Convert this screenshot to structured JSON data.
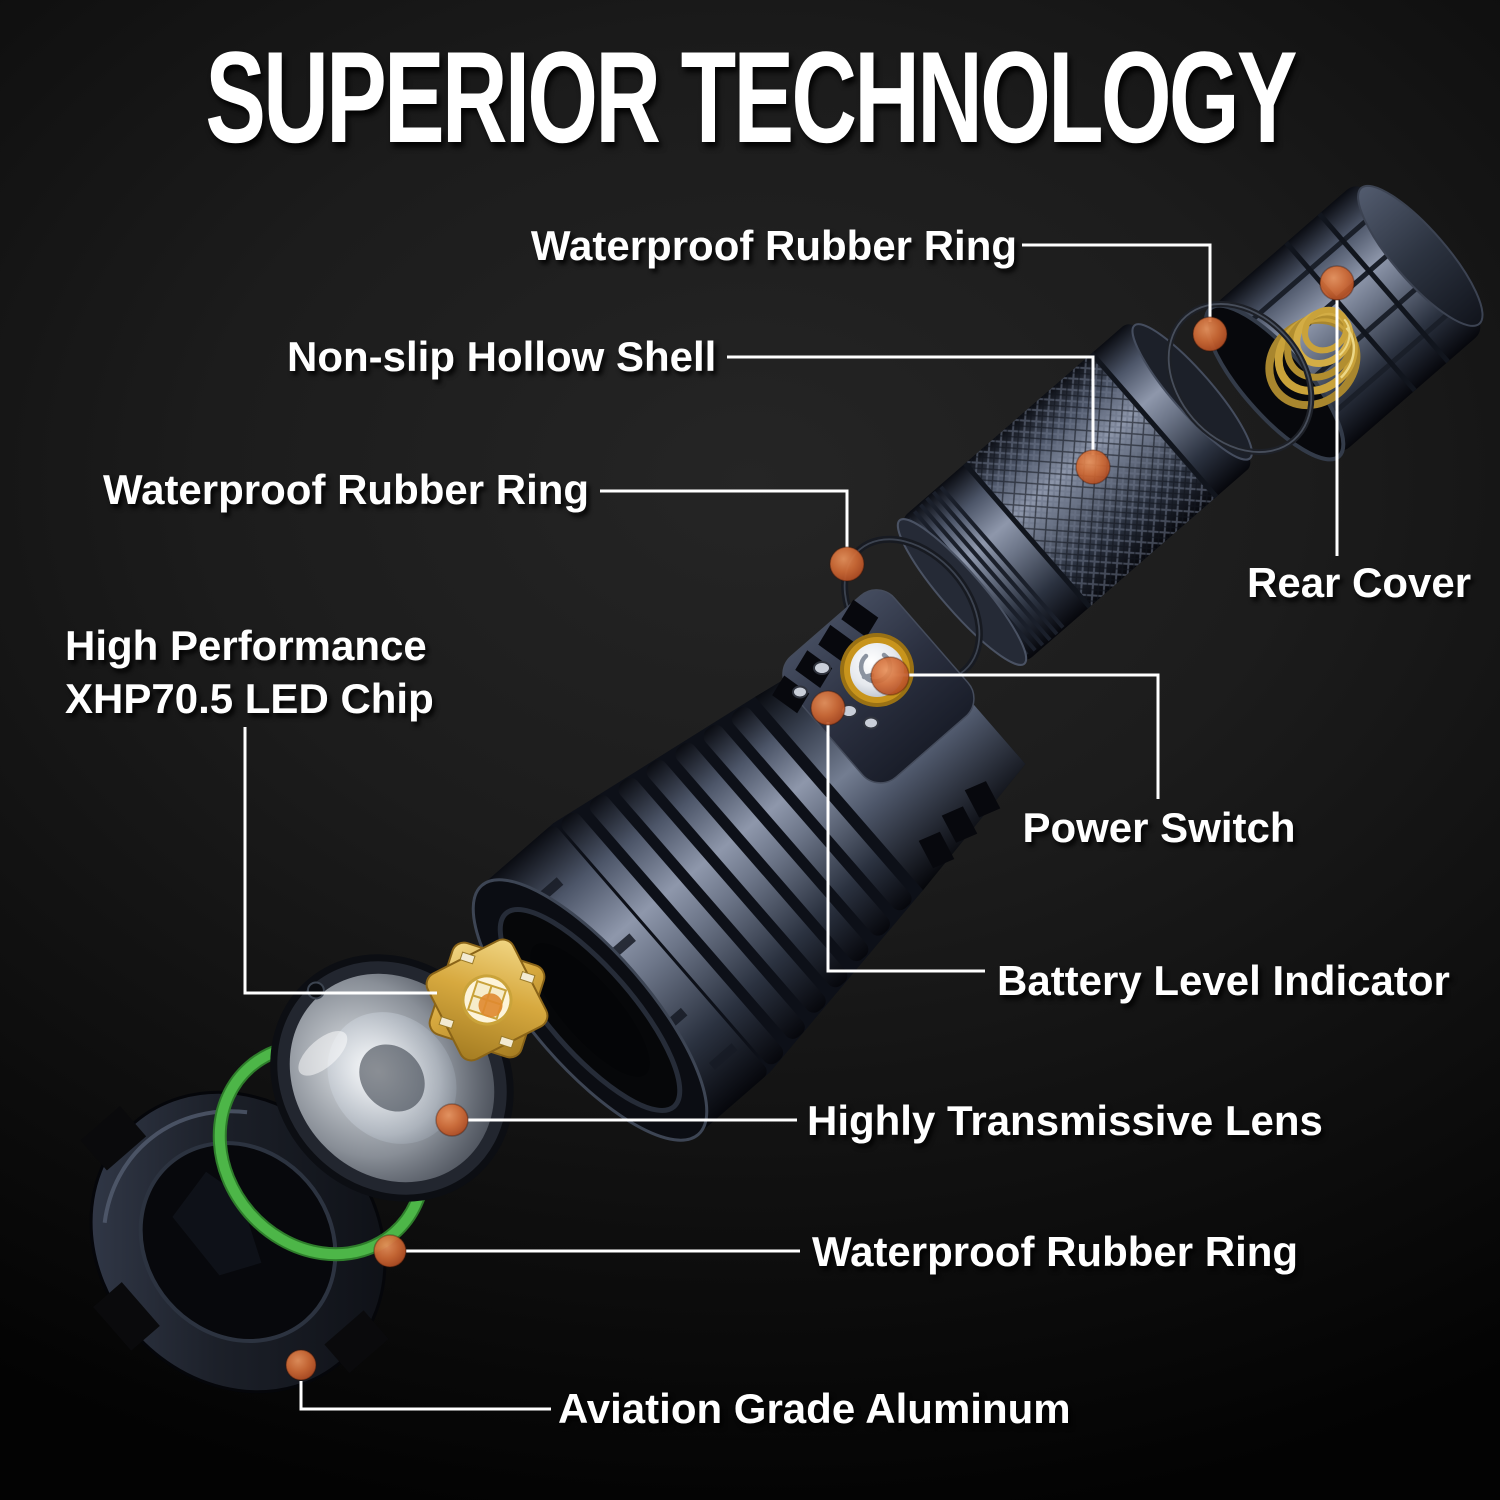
{
  "title": "SUPERIOR TECHNOLOGY",
  "labels": {
    "waterproof_ring_top": "Waterproof Rubber Ring",
    "nonslip_shell": "Non-slip Hollow Shell",
    "waterproof_ring_mid": "Waterproof Rubber Ring",
    "rear_cover": "Rear Cover",
    "led_chip_line1": "High Performance",
    "led_chip_line2": "XHP70.5 LED Chip",
    "power_switch": "Power Switch",
    "battery_indicator": "Battery Level Indicator",
    "lens": "Highly Transmissive Lens",
    "waterproof_ring_front": "Waterproof Rubber Ring",
    "aluminum": "Aviation Grade Aluminum"
  },
  "colors": {
    "background": "#151515",
    "label_text": "#ffffff",
    "callout_line": "#ffffff",
    "marker_dot": "#cc6132",
    "body_metal": "#3e4658",
    "knurl_highlight": "#6b7488",
    "spring_gold": "#c9a23a",
    "led_pcb_gold": "#d7a93f",
    "oring_green": "#4db648",
    "switch_ring_gold": "#c8941c",
    "switch_face_silver": "#e8eaee"
  },
  "markers": {
    "count": 9,
    "shape": "orange-dot"
  }
}
